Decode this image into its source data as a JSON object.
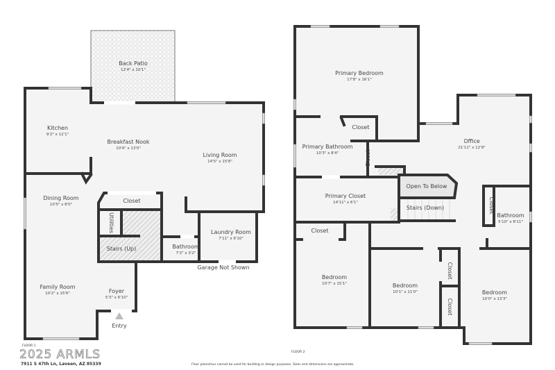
{
  "floor1": {
    "label": "FLOOR 1",
    "rooms": [
      {
        "name": "Back Patio",
        "dims": "12'4\" x 10'1\""
      },
      {
        "name": "Kitchen",
        "dims": "9'2\" x 12'1\""
      },
      {
        "name": "Breakfast Nook",
        "dims": "10'4\" x 13'0\""
      },
      {
        "name": "Living Room",
        "dims": "14'5\" x 15'8\""
      },
      {
        "name": "Dining Room",
        "dims": "10'5\" x 8'0\""
      },
      {
        "name": "Closet"
      },
      {
        "name": "Utilities"
      },
      {
        "name": "Stairs (Up)"
      },
      {
        "name": "Bathroom",
        "dims": "7'2\" x 3'2\""
      },
      {
        "name": "Laundry Room",
        "dims": "7'11\" x 6'10\""
      },
      {
        "name": "Family Room",
        "dims": "10'2\" x 15'6\""
      },
      {
        "name": "Foyer",
        "dims": "5'3\" x 6'10\""
      }
    ],
    "garage_note": "Garage Not Shown",
    "entry_label": "Entry"
  },
  "floor2": {
    "label": "FLOOR 2",
    "rooms": [
      {
        "name": "Primary Bedroom",
        "dims": "17'8\" x 16'1\""
      },
      {
        "name": "Closet"
      },
      {
        "name": "Primary Bathroom",
        "dims": "10'3\" x 8'4\""
      },
      {
        "name": "Closet"
      },
      {
        "name": "Office",
        "dims": "21'11\" x 12'9\""
      },
      {
        "name": "Open To Below"
      },
      {
        "name": "Primary Closet",
        "dims": "14'11\" x 6'1\""
      },
      {
        "name": "Stairs (Down)"
      },
      {
        "name": "Closet"
      },
      {
        "name": "Bathroom",
        "dims": "5'10\" x 8'11\""
      },
      {
        "name": "Closet"
      },
      {
        "name": "Bedroom",
        "dims": "10'7\" x 15'1\""
      },
      {
        "name": "Bedroom",
        "dims": "10'1\" x 11'0\""
      },
      {
        "name": "Closet"
      },
      {
        "name": "Closet"
      },
      {
        "name": "Bedroom",
        "dims": "10'0\" x 13'3\""
      }
    ]
  },
  "footer": {
    "watermark": "2025 ARMLS",
    "address": "7911 S 47th Ln, Laveen, AZ 85339",
    "disclaimer": "Floor plans/tour cannot be used for building or design purposes. Sizes and dimensions are approximate."
  },
  "colors": {
    "wall": "#333333",
    "floor": "#f4f4f4",
    "window": "#dddddd"
  }
}
